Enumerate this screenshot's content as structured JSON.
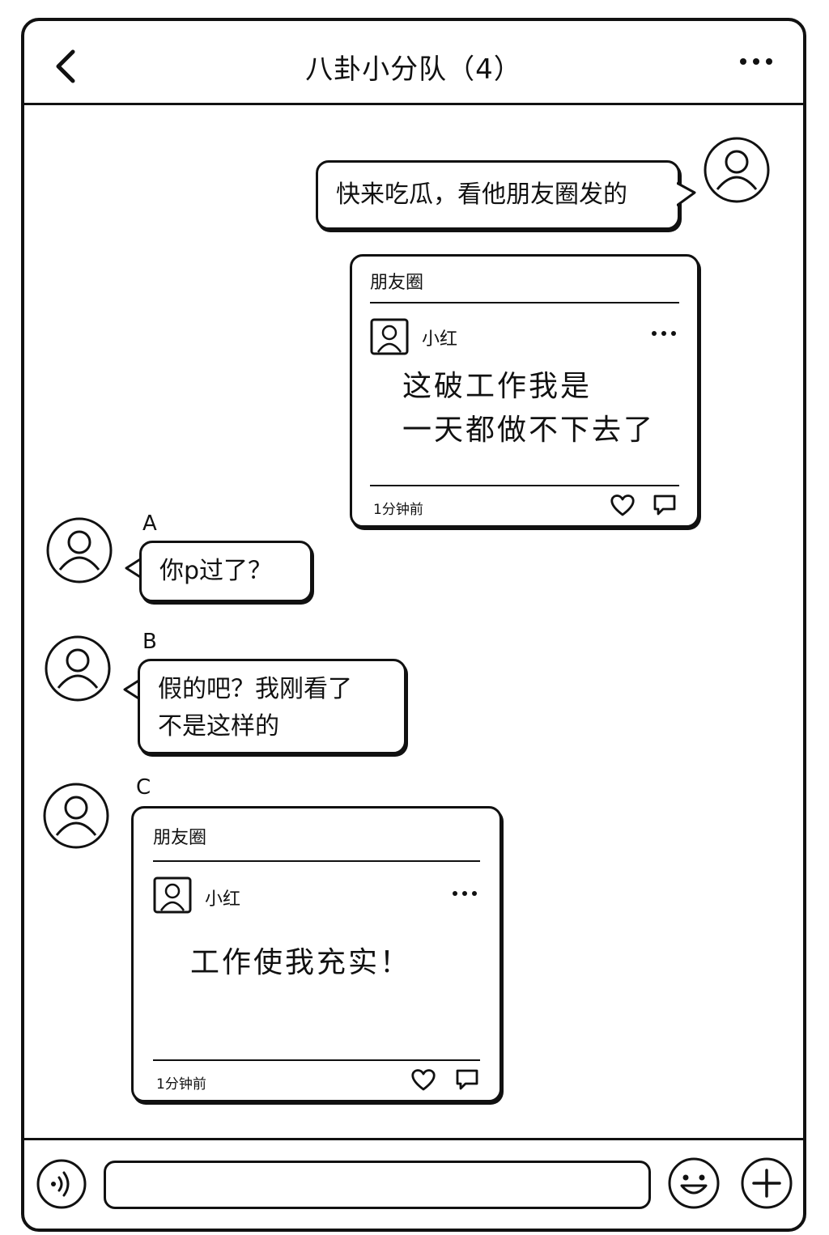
{
  "header": {
    "title": "八卦小分队（4）"
  },
  "messages": {
    "m1": {
      "text": "快来吃瓜，看他朋友圈发的"
    },
    "card1": {
      "title": "朋友圈",
      "user": "小红",
      "text_line1": "这破工作我是",
      "text_line2": "一天都做不下去了",
      "time": "1分钟前"
    },
    "a": {
      "sender": "A",
      "text": "你p过了？"
    },
    "b": {
      "sender": "B",
      "text_line1": "假的吧？我刚看了",
      "text_line2": "不是这样的"
    },
    "c": {
      "sender": "C"
    },
    "card2": {
      "title": "朋友圈",
      "user": "小红",
      "text": "工作使我充实！",
      "time": "1分钟前"
    }
  },
  "input": {
    "value": "",
    "placeholder": ""
  },
  "icons": {
    "back": "chevron-left-icon",
    "more": "more-dots-icon",
    "avatar": "user-avatar-icon",
    "like": "heart-icon",
    "comment": "comment-icon",
    "voice": "voice-icon",
    "emoji": "smiley-icon",
    "plus": "plus-icon"
  }
}
